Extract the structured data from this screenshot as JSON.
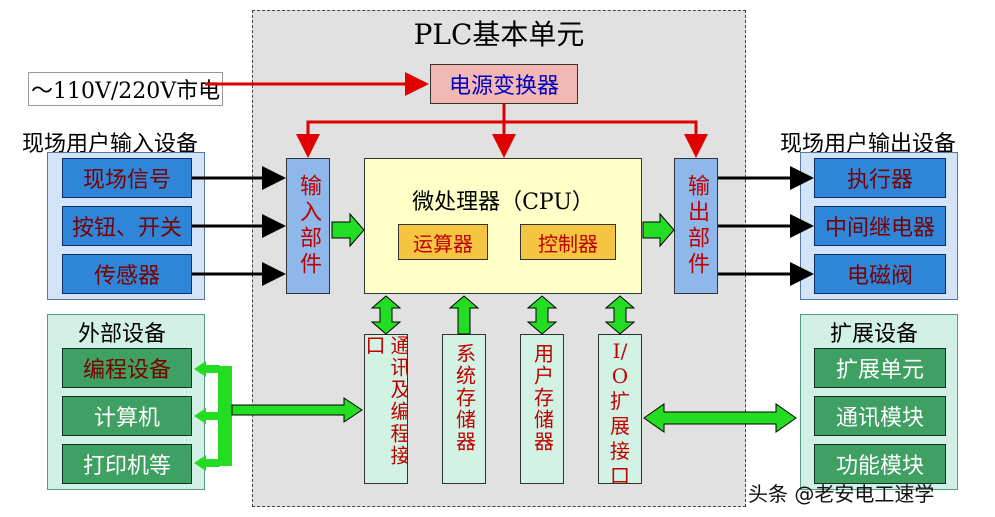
{
  "plc": {
    "title": "PLC基本单元"
  },
  "power": {
    "mains_label": "～110V/220V市电",
    "converter_label": "电源变换器"
  },
  "input_devices": {
    "title": "现场用户输入设备",
    "items": [
      "现场信号",
      "按钮、开关",
      "传感器"
    ]
  },
  "output_devices": {
    "title": "现场用户输出设备",
    "items": [
      "执行器",
      "中间继电器",
      "电磁阀"
    ]
  },
  "input_unit": {
    "label": "输入部件"
  },
  "output_unit": {
    "label": "输出部件"
  },
  "cpu": {
    "title": "微处理器（CPU）",
    "alu_label": "运算器",
    "controller_label": "控制器"
  },
  "bottom_modules": [
    "通讯及编程接口",
    "系统存储器",
    "用户存储器",
    "I/O扩展接口"
  ],
  "external_devices": {
    "title": "外部设备",
    "items": [
      "编程设备",
      "计算机",
      "打印机等"
    ]
  },
  "expansion_devices": {
    "title": "扩展设备",
    "items": [
      "扩展单元",
      "通讯模块",
      "功能模块"
    ]
  },
  "watermark": "头条 @老安电工速学",
  "colors": {
    "arrow_red": "#e00000",
    "arrow_green": "#22dd22",
    "arrow_black": "#000000"
  }
}
